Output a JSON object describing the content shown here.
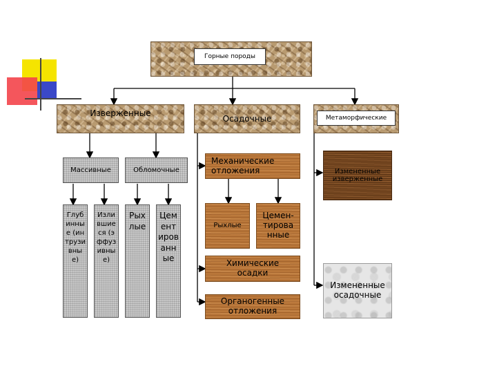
{
  "colors": {
    "accent_yellow": "#f5e400",
    "accent_red": "#f3444a",
    "accent_blue": "#3a48c8"
  },
  "root": {
    "label": "Горные породы"
  },
  "categories": {
    "igneous": "Изверженные",
    "sedimentary": "Осадочные",
    "metamorphic": "Метаморфические"
  },
  "igneous_types": {
    "massive": "Массивные",
    "clastic": "Обломочные"
  },
  "igneous_sub": {
    "deep": "Глубинные (интрузивные)",
    "effusive": "Излившиеся (эффузивные)",
    "loose": "Рыхлые",
    "cemented": "Цементированные"
  },
  "sedimentary_types": {
    "mechanical": "Механические отложения",
    "loose": "Рыхлые",
    "cemented": "Цемен-тирова нные",
    "chemical": "Химические осадки",
    "organogenic": "Органогенные отложения"
  },
  "metamorphic_types": {
    "changed_igneous": "Измененные изверженные",
    "changed_sedimentary": "Измененные осадочные"
  }
}
